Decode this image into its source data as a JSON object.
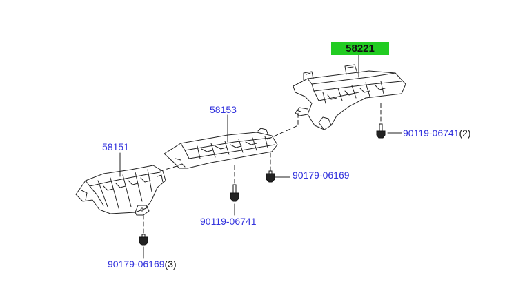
{
  "diagram": {
    "highlight_color": "#22cc22",
    "link_color": "#3333dd",
    "parts": [
      {
        "id": "58221",
        "label": "58221",
        "highlighted": true
      },
      {
        "id": "58153",
        "label": "58153"
      },
      {
        "id": "58151",
        "label": "58151"
      },
      {
        "id": "bolt-a",
        "label": "90119-06741",
        "qty": "(2)"
      },
      {
        "id": "nut-a",
        "label": "90179-06169"
      },
      {
        "id": "bolt-b",
        "label": "90119-06741"
      },
      {
        "id": "nut-b",
        "label": "90179-06169",
        "qty": "(3)"
      }
    ]
  }
}
